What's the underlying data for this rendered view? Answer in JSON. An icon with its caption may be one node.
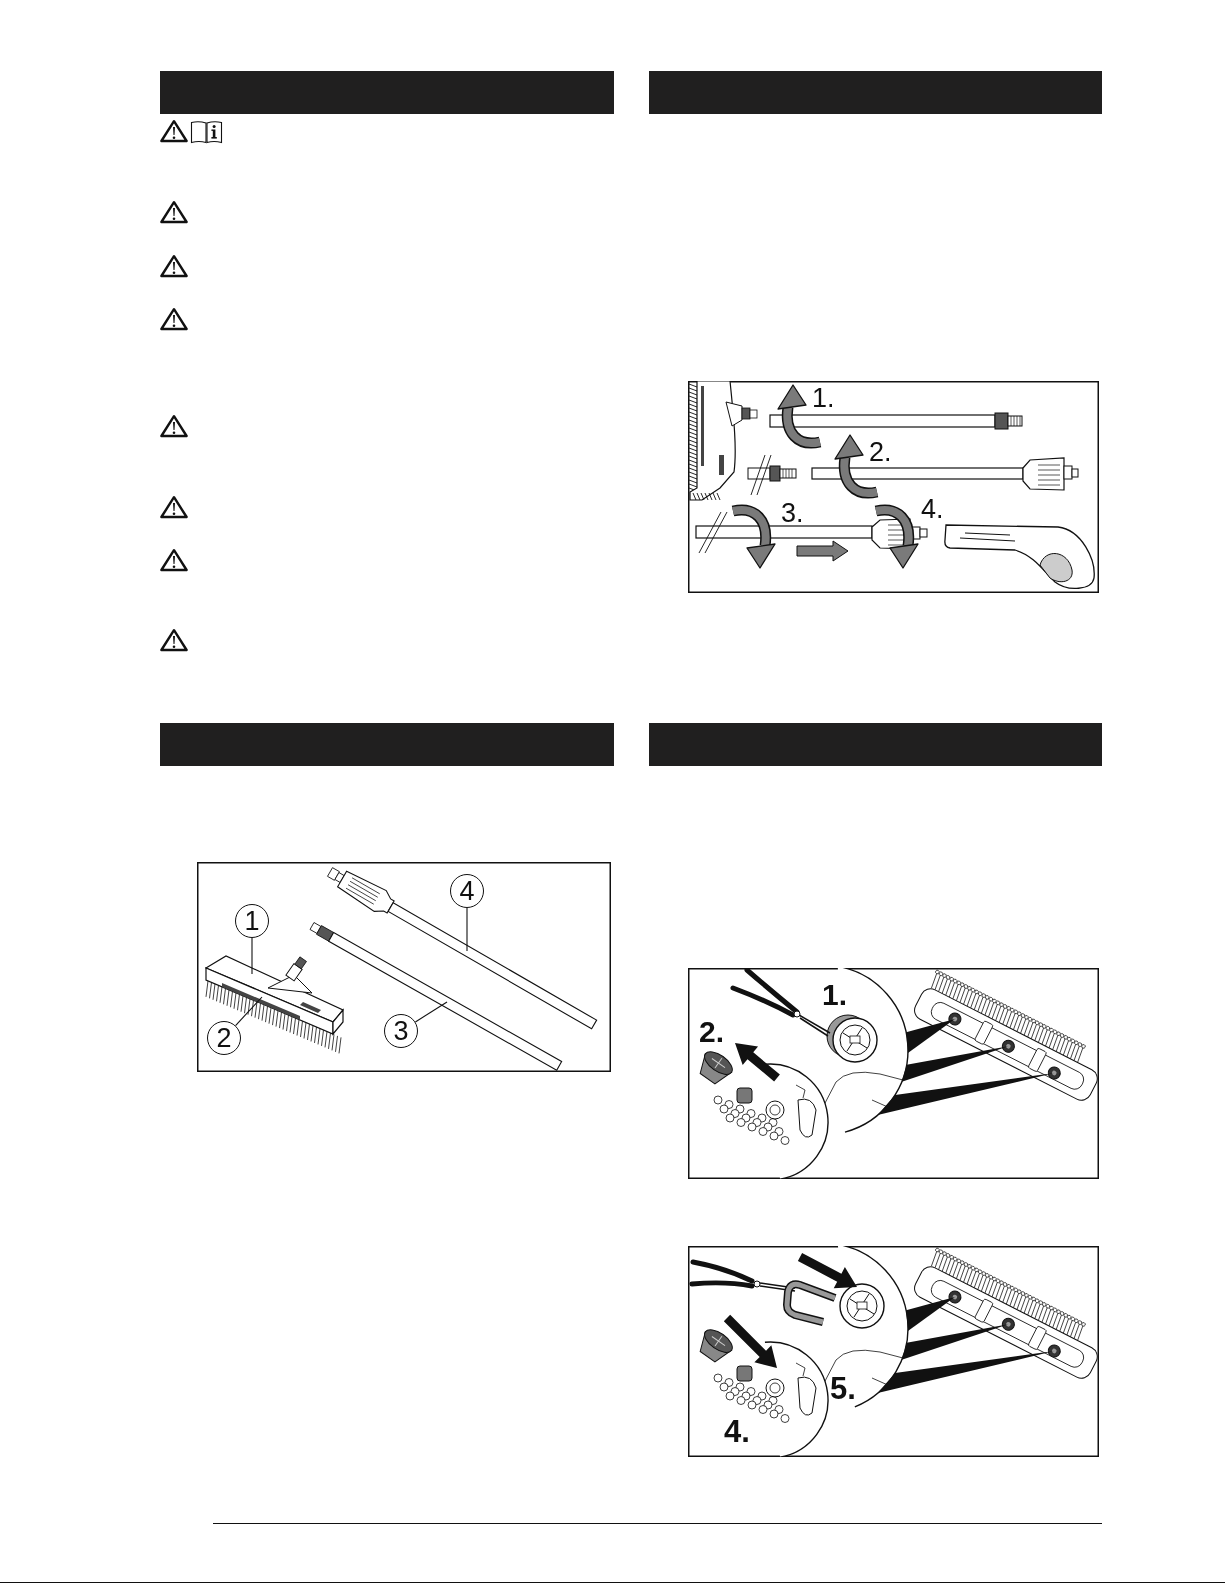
{
  "diagram": {
    "nodes": [
      {
        "text": [
          "1"
        ]
      },
      {
        "text": [
          "2"
        ]
      },
      {
        "text": [
          "3"
        ]
      },
      {
        "text": [
          "4"
        ]
      }
    ],
    "edges": [
      {
        "from": 0,
        "to": null,
        "arrow": "none"
      },
      {
        "from": 1,
        "to": null,
        "arrow": "none"
      },
      {
        "from": 2,
        "to": null,
        "arrow": "none"
      },
      {
        "from": 3,
        "to": null,
        "arrow": "none"
      }
    ],
    "labels": [
      "1.",
      "2.",
      "3.",
      "4.",
      "1.",
      "2.",
      "5.",
      "4."
    ]
  }
}
